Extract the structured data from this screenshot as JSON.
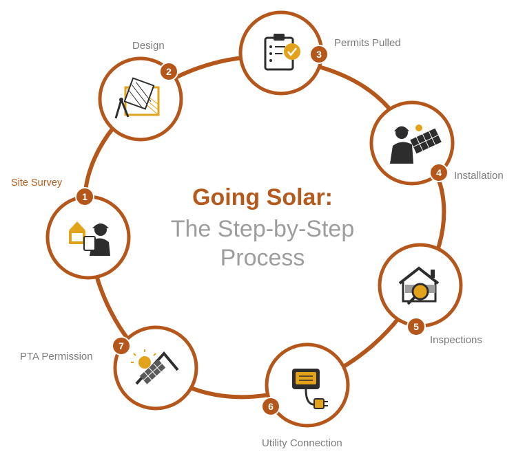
{
  "title": {
    "line1": "Going Solar:",
    "line2": "The Step-by-Step",
    "line3": "Process"
  },
  "colors": {
    "ring": "#b5561a",
    "accent": "#b45a1d",
    "gold": "#e2a31b",
    "dark": "#2d2d2d",
    "label": "#7b7b7b",
    "subtitle": "#9d9d9d"
  },
  "steps": [
    {
      "number": "1",
      "label": "Site Survey",
      "icon": "surveyor-icon",
      "active": true
    },
    {
      "number": "2",
      "label": "Design",
      "icon": "blueprint-compass-icon",
      "active": false
    },
    {
      "number": "3",
      "label": "Permits Pulled",
      "icon": "clipboard-check-icon",
      "active": false
    },
    {
      "number": "4",
      "label": "Installation",
      "icon": "installer-panel-icon",
      "active": false
    },
    {
      "number": "5",
      "label": "Inspections",
      "icon": "house-magnifier-icon",
      "active": false
    },
    {
      "number": "6",
      "label": "Utility Connection",
      "icon": "meter-plug-icon",
      "active": false
    },
    {
      "number": "7",
      "label": "PTA Permission",
      "icon": "sun-roof-icon",
      "active": false
    }
  ]
}
